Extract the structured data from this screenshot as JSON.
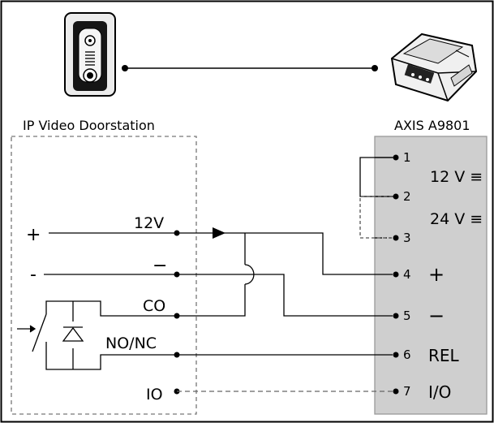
{
  "devices": {
    "left_name": "IP Video Doorstation",
    "right_name": "AXIS A9801"
  },
  "doorstation_signals": {
    "plus_sign": "+",
    "minus_sign": "-",
    "v12": "12V",
    "minus_bar": "−",
    "co": "CO",
    "nonc": "NO/NC",
    "io": "IO"
  },
  "terminals": [
    {
      "number": "1",
      "function": ""
    },
    {
      "number": "2",
      "function": ""
    },
    {
      "number": "3",
      "function": ""
    },
    {
      "number": "4",
      "function": "+"
    },
    {
      "number": "5",
      "function": "−"
    },
    {
      "number": "6",
      "function": "REL"
    },
    {
      "number": "7",
      "function": "I/O"
    }
  ],
  "supply_options": {
    "v12": "12 V ≡",
    "v24": "24 V ≡"
  }
}
